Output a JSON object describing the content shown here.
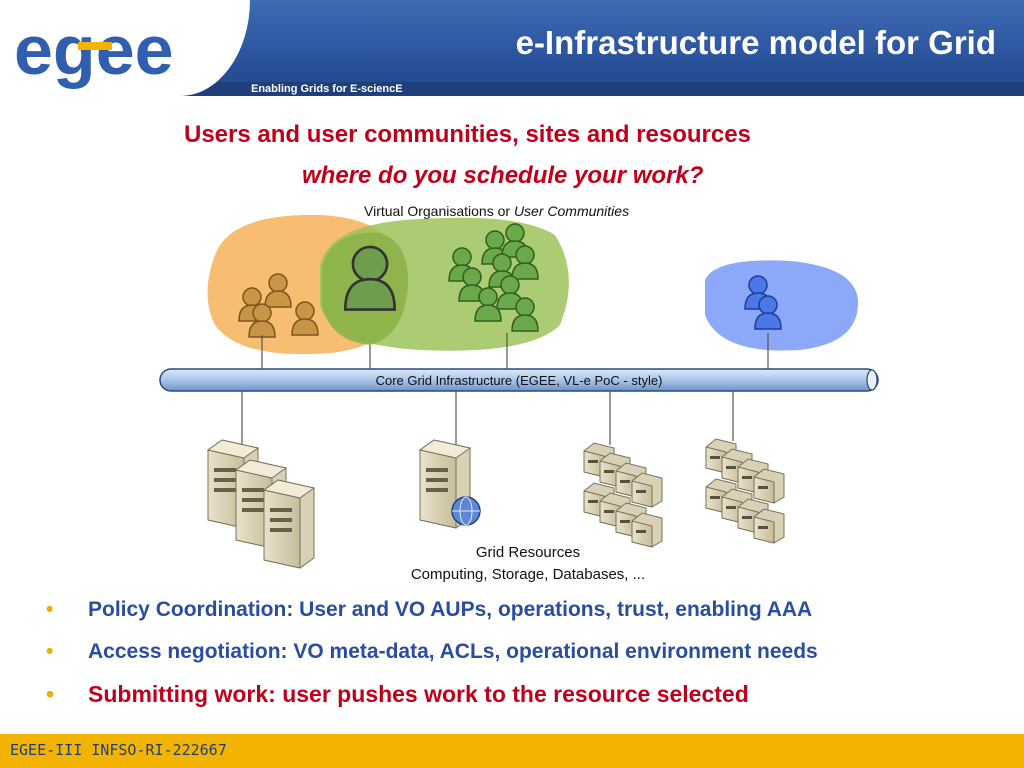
{
  "header": {
    "logo_text": "egee",
    "title": "e-Infrastructure model for Grid",
    "tagline": "Enabling Grids for E-sciencE"
  },
  "headings": {
    "line1": "Users and user communities, sites and resources",
    "line2": "where do you schedule your work?"
  },
  "diagram": {
    "vo_label_plain": "Virtual Organisations or ",
    "vo_label_italic": "User Communities",
    "backbone_label": "Core Grid Infrastructure (EGEE, VL-e PoC - style)",
    "resources_title": "Grid Resources",
    "resources_sub": "Computing, Storage, Databases, ...",
    "colors": {
      "orange_group": "#f6b35a",
      "green_group": "#9cc35a",
      "blue_group": "#7f9ff7",
      "backbone": "#a9c6ea",
      "user_brown": "#c08a3a",
      "user_green": "#5e9a3e",
      "user_blue": "#3f6ee0"
    }
  },
  "bullets": [
    {
      "text": "Policy Coordination: User and VO AUPs, operations, trust, enabling AAA",
      "color": "#2a4da0"
    },
    {
      "text": "Access negotiation: VO meta-data, ACLs, operational environment needs",
      "color": "#2a4da0"
    },
    {
      "text": "Submitting work: user pushes work to the resource selected",
      "color": "#c0001a"
    }
  ],
  "bullet_symbol": "•",
  "footer": {
    "text": "EGEE-III INFSO-RI-222667"
  }
}
